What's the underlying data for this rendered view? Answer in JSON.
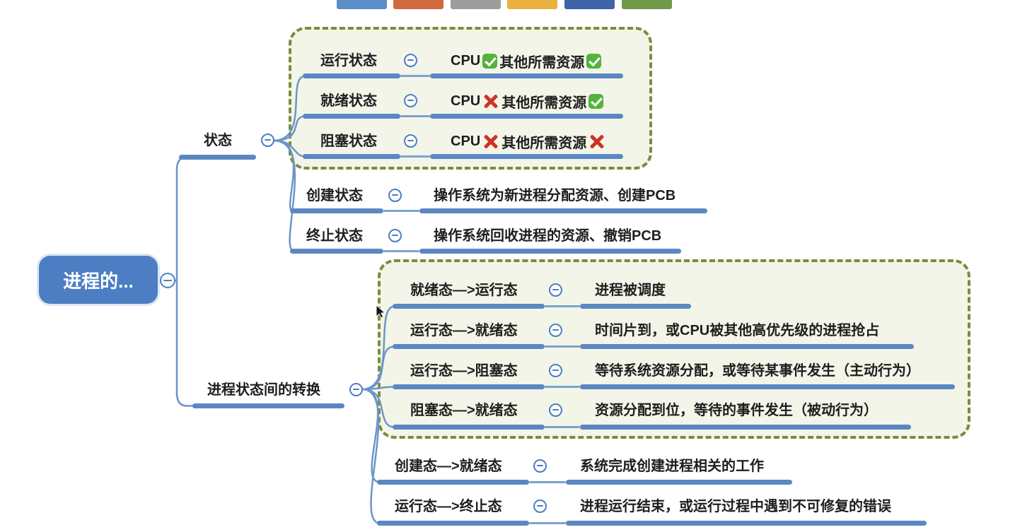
{
  "toolbar": {
    "swatches": [
      {
        "name": "blue",
        "color": "#5b8ec6"
      },
      {
        "name": "orange",
        "color": "#d2693e"
      },
      {
        "name": "gray",
        "color": "#9d9d9d"
      },
      {
        "name": "yellow",
        "color": "#e9b13e"
      },
      {
        "name": "dark-blue",
        "color": "#3e64a8"
      },
      {
        "name": "green",
        "color": "#72994a"
      }
    ]
  },
  "root": {
    "label": "进程的..."
  },
  "status": {
    "label": "状态",
    "boxed": [
      {
        "label": "运行状态",
        "cpu": "CPU",
        "cpu_icon": "check",
        "rest": "其他所需资源",
        "rest_icon": "check"
      },
      {
        "label": "就绪状态",
        "cpu": "CPU",
        "cpu_icon": "cross",
        "rest": "其他所需资源",
        "rest_icon": "check"
      },
      {
        "label": "阻塞状态",
        "cpu": "CPU",
        "cpu_icon": "cross",
        "rest": "其他所需资源",
        "rest_icon": "cross"
      }
    ],
    "plain": [
      {
        "label": "创建状态",
        "content": "操作系统为新进程分配资源、创建PCB"
      },
      {
        "label": "终止状态",
        "content": "操作系统回收进程的资源、撤销PCB"
      }
    ]
  },
  "transition": {
    "label": "进程状态间的转换",
    "boxed": [
      {
        "label": "就绪态—>运行态",
        "content": "进程被调度"
      },
      {
        "label": "运行态—>就绪态",
        "content": "时间片到，或CPU被其他高优先级的进程抢占"
      },
      {
        "label": "运行态—>阻塞态",
        "content": "等待系统资源分配，或等待某事件发生（主动行为）"
      },
      {
        "label": "阻塞态—>就绪态",
        "content": "资源分配到位，等待的事件发生（被动行为）"
      }
    ],
    "plain": [
      {
        "label": "创建态—>就绪态",
        "content": "系统完成创建进程相关的工作"
      },
      {
        "label": "运行态—>终止态",
        "content": "进程运行结束，或运行过程中遇到不可修复的错误"
      }
    ]
  },
  "colors": {
    "topic_bar": "#5b87c3",
    "root_fill": "#4d7ec3",
    "boundary_border": "#7b8c3d",
    "boundary_fill": "#f2f5e8",
    "check_green": "#55b23d",
    "cross_red": "#cd3226",
    "text": "#1e1e1e"
  }
}
